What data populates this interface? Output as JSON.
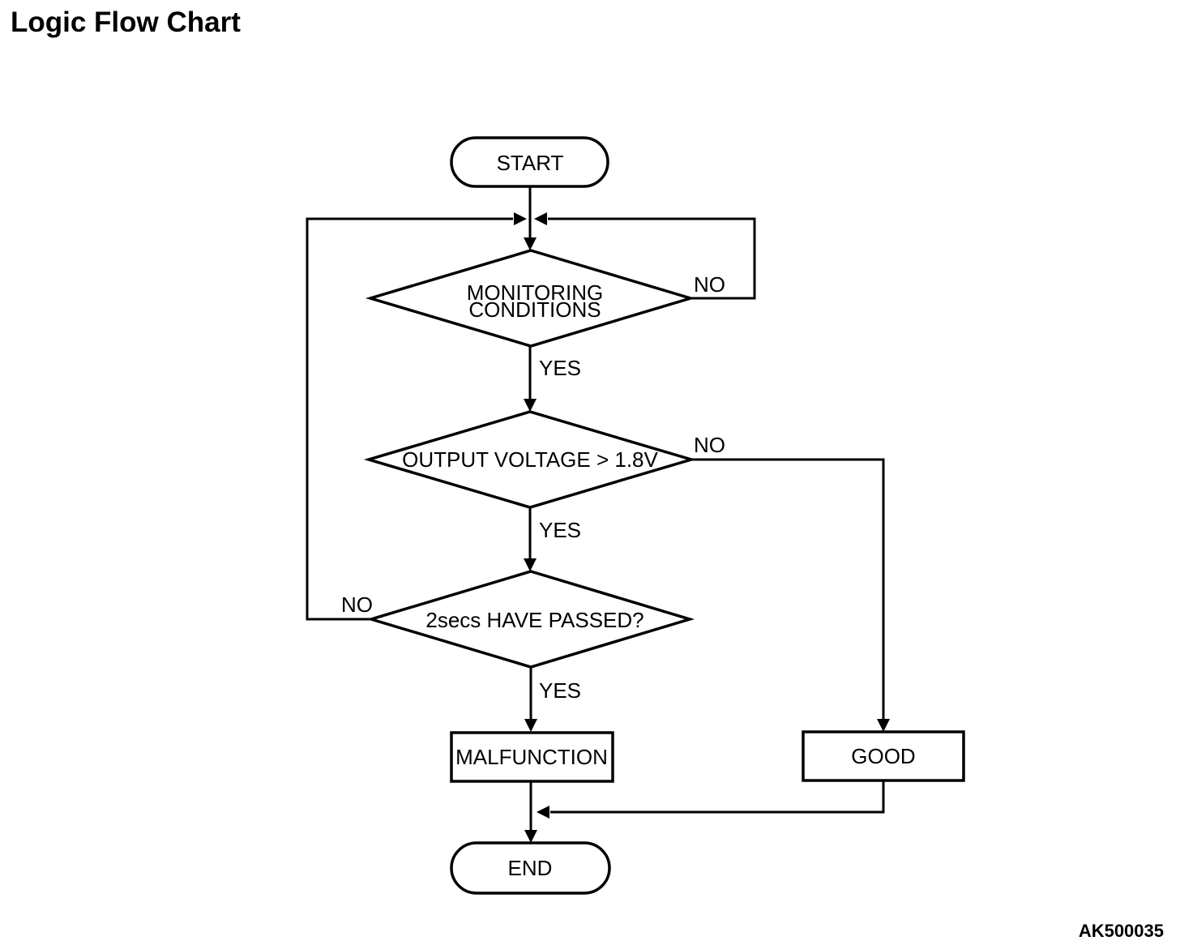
{
  "page": {
    "title": "Logic Flow Chart",
    "figure_code": "AK500035",
    "background_color": "#ffffff",
    "line_color": "#000000"
  },
  "flowchart": {
    "nodes": {
      "start": {
        "label": "START",
        "shape": "terminator"
      },
      "monitoring_conditions": {
        "line1": "MONITORING",
        "line2": "CONDITIONS",
        "shape": "decision",
        "yes_label": "YES",
        "no_label": "NO"
      },
      "output_voltage": {
        "label": "OUTPUT VOLTAGE > 1.8V",
        "shape": "decision",
        "yes_label": "YES",
        "no_label": "NO"
      },
      "two_secs_passed": {
        "label": "2secs HAVE PASSED?",
        "shape": "decision",
        "yes_label": "YES",
        "no_label": "NO"
      },
      "malfunction": {
        "label": "MALFUNCTION",
        "shape": "process"
      },
      "good": {
        "label": "GOOD",
        "shape": "process"
      },
      "end": {
        "label": "END",
        "shape": "terminator"
      }
    }
  }
}
